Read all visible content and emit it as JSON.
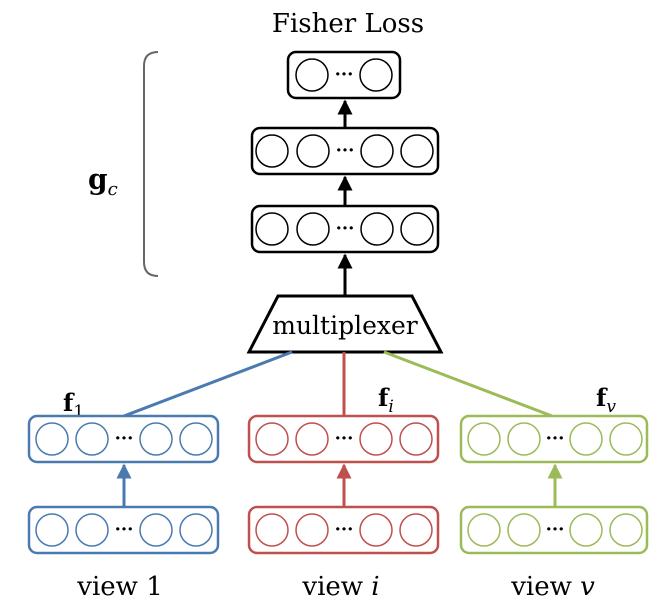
{
  "top_label": "Fisher Loss",
  "bracket_label": {
    "main": "g",
    "sub": "c"
  },
  "multiplexer_label": "multiplexer",
  "dots": "···",
  "feature_labels": [
    {
      "main": "f",
      "sub": "1"
    },
    {
      "main": "f",
      "sub": "i"
    },
    {
      "main": "f",
      "sub": "v"
    }
  ],
  "view_labels": [
    {
      "text": "view ",
      "var": "1",
      "var_italic": false
    },
    {
      "text": "view ",
      "var": "i",
      "var_italic": true
    },
    {
      "text": "view ",
      "var": "v",
      "var_italic": true
    }
  ],
  "colors": {
    "black": "#000000",
    "bracket": "#666666",
    "view1": "#4a7ab0",
    "viewi": "#c0504d",
    "viewv": "#9bbb59"
  }
}
